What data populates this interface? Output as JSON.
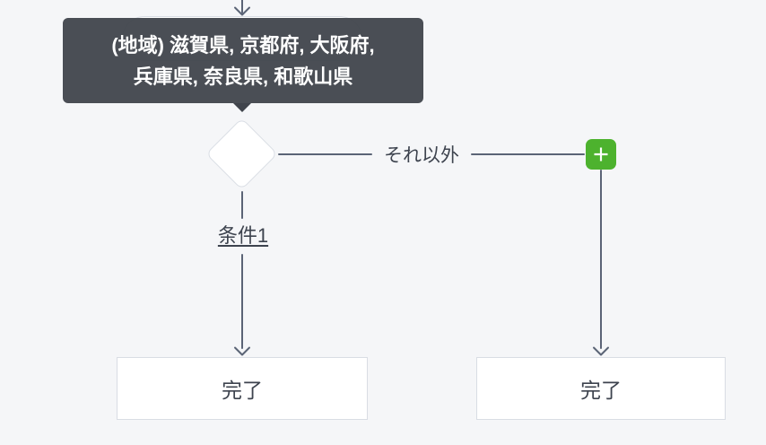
{
  "colors": {
    "background": "#f5f6f8",
    "connector": "#5b6476",
    "tooltip_bg": "#40444c",
    "tooltip_text": "#ffffff",
    "node_bg": "#ffffff",
    "node_border": "#d9dde4",
    "add_button_bg": "#4db22e",
    "text": "#3d434e"
  },
  "tooltip": {
    "line1": "(地域) 滋賀県, 京都府, 大阪府,",
    "line2": "兵庫県, 奈良県, 和歌山県"
  },
  "labels": {
    "else_branch": "それ以外",
    "condition1": "条件1"
  },
  "nodes": {
    "end_left": "完了",
    "end_right": "完了"
  },
  "icons": {
    "plus": "+",
    "arrowhead": "chevron-down"
  }
}
